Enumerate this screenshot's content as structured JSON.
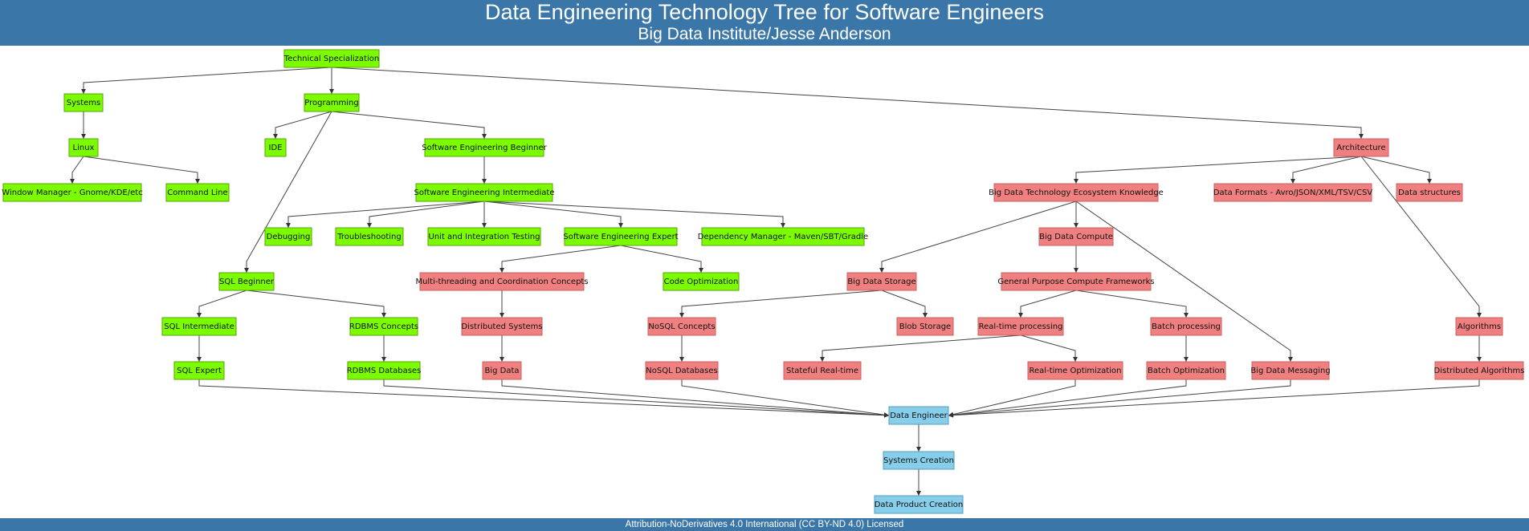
{
  "header": {
    "title": "Data Engineering Technology Tree for Software Engineers",
    "subtitle": "Big Data Institute/Jesse Anderson"
  },
  "footer": {
    "license": "Attribution-NoDerivatives 4.0 International (CC BY-ND 4.0) Licensed"
  },
  "colors": {
    "header_bg": "#3a76a8",
    "green_fill": "#7cfc00",
    "green_stroke": "#5aa300",
    "red_fill": "#f08080",
    "red_stroke": "#c96262",
    "blue_fill": "#87ceeb",
    "blue_stroke": "#5a9fbd",
    "edge": "#444444"
  },
  "nodes": [
    {
      "id": "tech_spec",
      "label": "Technical Specialization",
      "color": "green"
    },
    {
      "id": "systems",
      "label": "Systems",
      "color": "green"
    },
    {
      "id": "programming",
      "label": "Programming",
      "color": "green"
    },
    {
      "id": "linux",
      "label": "Linux",
      "color": "green"
    },
    {
      "id": "wm",
      "label": "Window Manager - Gnome/KDE/etc",
      "color": "green"
    },
    {
      "id": "cmdline",
      "label": "Command Line",
      "color": "green"
    },
    {
      "id": "ide",
      "label": "IDE",
      "color": "green"
    },
    {
      "id": "se_begin",
      "label": "Software Engineering Beginner",
      "color": "green"
    },
    {
      "id": "se_inter",
      "label": "Software Engineering Intermediate",
      "color": "green"
    },
    {
      "id": "debugging",
      "label": "Debugging",
      "color": "green"
    },
    {
      "id": "troubleshooting",
      "label": "Troubleshooting",
      "color": "green"
    },
    {
      "id": "unit_testing",
      "label": "Unit and Integration Testing",
      "color": "green"
    },
    {
      "id": "se_expert",
      "label": "Software Engineering Expert",
      "color": "green"
    },
    {
      "id": "dep_manager",
      "label": "Dependency Manager - Maven/SBT/Gradle",
      "color": "green"
    },
    {
      "id": "sql_begin",
      "label": "SQL Beginner",
      "color": "green"
    },
    {
      "id": "code_opt",
      "label": "Code Optimization",
      "color": "green"
    },
    {
      "id": "sql_inter",
      "label": "SQL Intermediate",
      "color": "green"
    },
    {
      "id": "rdbms_concepts",
      "label": "RDBMS Concepts",
      "color": "green"
    },
    {
      "id": "sql_expert",
      "label": "SQL Expert",
      "color": "green"
    },
    {
      "id": "rdbms_db",
      "label": "RDBMS Databases",
      "color": "green"
    },
    {
      "id": "multithreading",
      "label": "Multi-threading and Coordination Concepts",
      "color": "red"
    },
    {
      "id": "dist_systems",
      "label": "Distributed Systems",
      "color": "red"
    },
    {
      "id": "big_data",
      "label": "Big Data",
      "color": "red"
    },
    {
      "id": "architecture",
      "label": "Architecture",
      "color": "red"
    },
    {
      "id": "bd_eco",
      "label": "Big Data Technology Ecosystem Knowledge",
      "color": "red"
    },
    {
      "id": "data_formats",
      "label": "Data Formats - Avro/JSON/XML/TSV/CSV",
      "color": "red"
    },
    {
      "id": "data_structures",
      "label": "Data structures",
      "color": "red"
    },
    {
      "id": "bd_compute",
      "label": "Big Data Compute",
      "color": "red"
    },
    {
      "id": "bd_storage",
      "label": "Big Data Storage",
      "color": "red"
    },
    {
      "id": "gp_compute",
      "label": "General Purpose Compute Frameworks",
      "color": "red"
    },
    {
      "id": "nosql_concepts",
      "label": "NoSQL Concepts",
      "color": "red"
    },
    {
      "id": "blob_storage",
      "label": "Blob Storage",
      "color": "red"
    },
    {
      "id": "realtime",
      "label": "Real-time processing",
      "color": "red"
    },
    {
      "id": "batch",
      "label": "Batch processing",
      "color": "red"
    },
    {
      "id": "algorithms",
      "label": "Algorithms",
      "color": "red"
    },
    {
      "id": "nosql_db",
      "label": "NoSQL Databases",
      "color": "red"
    },
    {
      "id": "stateful_rt",
      "label": "Stateful Real-time",
      "color": "red"
    },
    {
      "id": "rt_opt",
      "label": "Real-time Optimization",
      "color": "red"
    },
    {
      "id": "batch_opt",
      "label": "Batch Optimization",
      "color": "red"
    },
    {
      "id": "bd_messaging",
      "label": "Big Data Messaging",
      "color": "red"
    },
    {
      "id": "dist_algorithms",
      "label": "Distributed Algorithms",
      "color": "red"
    },
    {
      "id": "data_engineer",
      "label": "Data Engineer",
      "color": "blue"
    },
    {
      "id": "systems_creation",
      "label": "Systems Creation",
      "color": "blue"
    },
    {
      "id": "data_product",
      "label": "Data Product Creation",
      "color": "blue"
    }
  ],
  "edges": [
    [
      "tech_spec",
      "systems"
    ],
    [
      "tech_spec",
      "programming"
    ],
    [
      "tech_spec",
      "architecture"
    ],
    [
      "systems",
      "linux"
    ],
    [
      "linux",
      "wm"
    ],
    [
      "linux",
      "cmdline"
    ],
    [
      "programming",
      "ide"
    ],
    [
      "programming",
      "se_begin"
    ],
    [
      "programming",
      "sql_begin"
    ],
    [
      "se_begin",
      "se_inter"
    ],
    [
      "se_inter",
      "debugging"
    ],
    [
      "se_inter",
      "troubleshooting"
    ],
    [
      "se_inter",
      "unit_testing"
    ],
    [
      "se_inter",
      "se_expert"
    ],
    [
      "se_inter",
      "dep_manager"
    ],
    [
      "se_expert",
      "multithreading"
    ],
    [
      "se_expert",
      "code_opt"
    ],
    [
      "multithreading",
      "dist_systems"
    ],
    [
      "dist_systems",
      "big_data"
    ],
    [
      "sql_begin",
      "sql_inter"
    ],
    [
      "sql_begin",
      "rdbms_concepts"
    ],
    [
      "sql_inter",
      "sql_expert"
    ],
    [
      "rdbms_concepts",
      "rdbms_db"
    ],
    [
      "architecture",
      "bd_eco"
    ],
    [
      "architecture",
      "data_formats"
    ],
    [
      "architecture",
      "data_structures"
    ],
    [
      "architecture",
      "algorithms"
    ],
    [
      "bd_eco",
      "bd_storage"
    ],
    [
      "bd_eco",
      "bd_compute"
    ],
    [
      "bd_eco",
      "bd_messaging"
    ],
    [
      "bd_compute",
      "gp_compute"
    ],
    [
      "gp_compute",
      "realtime"
    ],
    [
      "gp_compute",
      "batch"
    ],
    [
      "bd_storage",
      "nosql_concepts"
    ],
    [
      "bd_storage",
      "blob_storage"
    ],
    [
      "nosql_concepts",
      "nosql_db"
    ],
    [
      "realtime",
      "stateful_rt"
    ],
    [
      "realtime",
      "rt_opt"
    ],
    [
      "batch",
      "batch_opt"
    ],
    [
      "algorithms",
      "dist_algorithms"
    ],
    [
      "sql_expert",
      "data_engineer"
    ],
    [
      "rdbms_db",
      "data_engineer"
    ],
    [
      "big_data",
      "data_engineer"
    ],
    [
      "nosql_db",
      "data_engineer"
    ],
    [
      "rt_opt",
      "data_engineer"
    ],
    [
      "batch_opt",
      "data_engineer"
    ],
    [
      "bd_messaging",
      "data_engineer"
    ],
    [
      "dist_algorithms",
      "data_engineer"
    ],
    [
      "data_engineer",
      "systems_creation"
    ],
    [
      "systems_creation",
      "data_product"
    ]
  ]
}
